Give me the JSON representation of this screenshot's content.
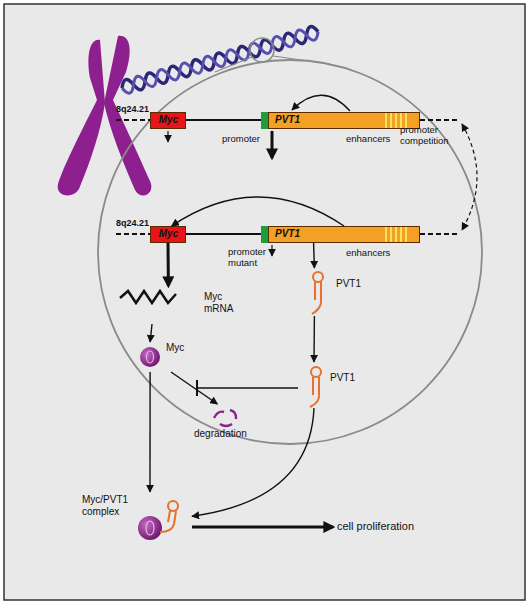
{
  "diagram": {
    "nodes": [
      {
        "text": [
          "Myc"
        ]
      },
      {
        "text": [
          "PVT1"
        ]
      },
      {
        "text": [
          "Myc"
        ]
      },
      {
        "text": [
          "PVT1"
        ]
      },
      {
        "text": [
          "Myc mRNA"
        ]
      },
      {
        "text": [
          "PVT1"
        ]
      },
      {
        "text": [
          "Myc"
        ]
      },
      {
        "text": [
          "PVT1"
        ]
      },
      {
        "text": [
          "degradation"
        ]
      },
      {
        "text": [
          "Myc/PVT1 complex"
        ]
      },
      {
        "text": [
          "cell proliferation"
        ]
      }
    ],
    "edges": [
      {
        "from": 3,
        "to": 2,
        "arrow": "to"
      },
      {
        "from": 2,
        "to": 4,
        "arrow": "to"
      },
      {
        "from": 3,
        "to": 5,
        "arrow": "to"
      },
      {
        "from": 4,
        "to": 6,
        "arrow": "to"
      },
      {
        "from": 5,
        "to": 7,
        "arrow": "to"
      },
      {
        "from": 6,
        "to": 8,
        "arrow": "to"
      },
      {
        "from": 6,
        "to": 9,
        "arrow": "to"
      },
      {
        "from": 7,
        "to": 9,
        "arrow": "to"
      },
      {
        "from": 9,
        "to": 10,
        "arrow": "to"
      }
    ],
    "labels": [
      "8q24.21",
      "promoter",
      "enhancers",
      "promoter competition",
      "8q24.21",
      "promoter mutant",
      "enhancers"
    ]
  }
}
